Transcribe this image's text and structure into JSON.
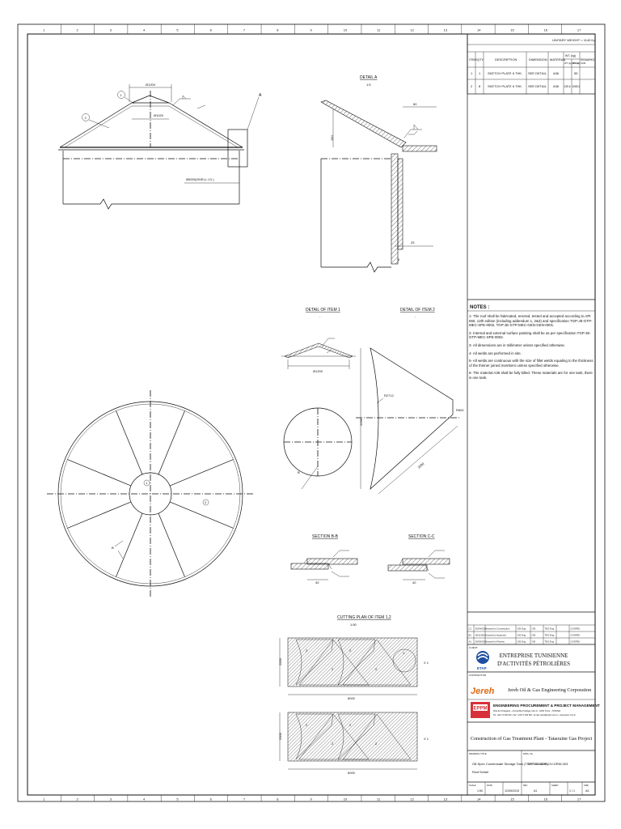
{
  "border": {
    "columns": [
      "1",
      "2",
      "3",
      "4",
      "5",
      "6",
      "7",
      "8",
      "9",
      "10",
      "11",
      "12",
      "13",
      "14",
      "15",
      "16",
      "17"
    ]
  },
  "bom": {
    "unitary_weight": "UNITARY WEIGHT = 1140 Kg",
    "headers": [
      "ITEM",
      "QTY",
      "DESCRIPTION",
      "DIMENSION",
      "MATERIAL",
      "WT. (kg) EACH",
      "WT. (kg) SUM",
      "REMARKS"
    ],
    "rows": [
      {
        "item": "1",
        "qty": "1",
        "desc": "SKETCH PLATE 6 THK.",
        "dim": "SEE DETAIL",
        "mat": "A36",
        "each": "",
        "sum": "55",
        "rem": ""
      },
      {
        "item": "2",
        "qty": "8",
        "desc": "SKETCH PLATE 6 THK.",
        "dim": "SEE DETAIL",
        "mat": "A36",
        "each": "135.6",
        "sum": "1085.2",
        "rem": ""
      }
    ]
  },
  "notes": {
    "title": "NOTES :",
    "items": [
      "1- The roof shall be fabricated, erected, tested and accepted according to API 650, 12th edition (including addendum 1, 2&3) and specification TGP-JE-GTP-MEC-SPE-0002, TGP-JE-GTP-MEC-GEN-GEN-0001.",
      "2- Internal and external surface painting shall be as per specification TGP-JE-GTP-MEC-SPE-0002.",
      "3- All dimensions are in millimeter unless specified otherwise.",
      "4- All welds are performed in site.",
      "5- All welds are continuous with the size of fillet welds equaling to the thickness of the thinner joined members unless specified otherwise.",
      "6- The material A36 shall be fully killed. These materials are for one tank, there is one tank."
    ]
  },
  "revisions": [
    {
      "rev": "C1",
      "date": "25/04/2016",
      "desc": "Issued for Construction",
      "by": "OSI Eng.",
      "chk": "OSI",
      "app": "TEO Eng.",
      "cli": "CONTEK"
    },
    {
      "rev": "B1",
      "date": "18/11/2015",
      "desc": "Issued for Approval",
      "by": "OSI Eng.",
      "chk": "OSI",
      "app": "TEO Eng.",
      "cli": "CONTEK"
    },
    {
      "rev": "A1",
      "date": "25/09/2015",
      "desc": "Issued for Review",
      "by": "OSI Eng.",
      "chk": "OSI",
      "app": "TEO Eng.",
      "cli": "CONTEK"
    }
  ],
  "client": {
    "label": "CLIENT",
    "name_line1": "ENTREPRISE TUNISIENNE",
    "name_line2": "D'ACTIVITÉS PÉTROLIÈRES",
    "logo_text": "ETAP"
  },
  "contractor": {
    "label": "CONTRACTOR",
    "logo_text": "Jereh",
    "name": "Jereh Oil & Gas Engineering Corporation",
    "epm_logo": "EPPM",
    "epm_name": "ENGINEERING PROCUREMENT & PROJECT MANAGEMENT",
    "epm_address": "Rue de Chargane - Immeuble Prestige, bloc A - 1002 Tunis - TUNISIA",
    "epm_contact": "Tel: +216 71 000 000 - Fax: +216 71 000 000 - E-mail: eppm@eppm.com.tn - www.eppm.com.tn"
  },
  "project": {
    "title": "Construction of Gas Treatment Plant - Tataouine Gas Project"
  },
  "drawing": {
    "title_label": "DRAWING TITLE",
    "title_line1": "Off-Spec Condensate Storage Tank (TGP-TK-04A/B)",
    "title_line2": "Roof Detail",
    "dwg_no_label": "DWG. No.",
    "dwg_no": "TGP-JE-GTP-CIV-DRW-003",
    "scale_label": "SCALE",
    "scale": "1:50",
    "date_label": "DATE",
    "date": "12/05/2015",
    "rev_label": "REV.",
    "rev": "A1",
    "sheet_label": "SHEET",
    "sheet": "1 / 1",
    "size_label": "SIZE",
    "size": "A3"
  },
  "views": {
    "roof_elevation": {
      "dim_top": "Ø1200",
      "dim_mid": "Ø1020",
      "callout": "A",
      "dim_shell": "Ø5000(SHELL I.D.)",
      "item1": "1",
      "item2": "2"
    },
    "detail_a": {
      "title": "DETAIL A",
      "scale": "1:5",
      "dim_60": "60",
      "dim_150": "150",
      "dim_25": "25",
      "dim_6": "6"
    },
    "detail_item1": {
      "title": "DETAIL OF ITEM 1",
      "scale": "-",
      "dim": "Ø1200",
      "label_b": "B"
    },
    "detail_item2": {
      "title": "DETAIL OF ITEM 2",
      "scale": "-",
      "dim_r": "R2712",
      "dim_r2": "R600",
      "dim_len": "2280",
      "dim_height": "2098"
    },
    "plan": {
      "item1": "1",
      "item2": "2",
      "label_b": "B",
      "label_c": "C"
    },
    "section_bb": {
      "title": "SECTION B-B",
      "dim": "40"
    },
    "section_cc": {
      "title": "SECTION C-C",
      "dim": "40"
    },
    "cutting_plan": {
      "title": "CUTTING PLAN OF ITEM 1,2",
      "scale": "1:50",
      "width_top": "6000",
      "width_bottom": "6000",
      "height": "2000",
      "qty_top": "X 1",
      "qty_bottom": "X 1"
    }
  }
}
